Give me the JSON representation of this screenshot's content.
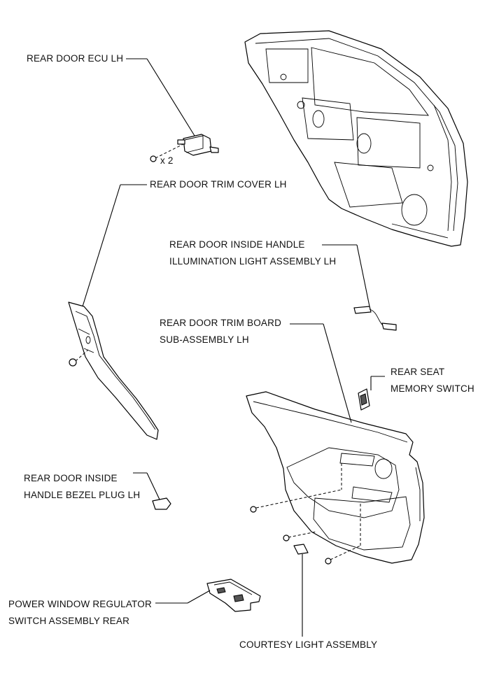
{
  "labels": {
    "ecu": "REAR DOOR ECU LH",
    "ecu_qty": "x 2",
    "trim_cover": "REAR DOOR TRIM COVER LH",
    "illum_1": "REAR DOOR INSIDE HANDLE",
    "illum_2": "ILLUMINATION LIGHT ASSEMBLY LH",
    "trim_board_1": "REAR DOOR TRIM BOARD",
    "trim_board_2": "SUB-ASSEMBLY LH",
    "memory_1": "REAR SEAT",
    "memory_2": "MEMORY SWITCH",
    "bezel_1": "REAR DOOR INSIDE",
    "bezel_2": "HANDLE BEZEL PLUG LH",
    "pw_1": "POWER WINDOW REGULATOR",
    "pw_2": "SWITCH ASSEMBLY REAR",
    "courtesy": "COURTESY LIGHT ASSEMBLY"
  },
  "colors": {
    "line": "#000000",
    "background": "#ffffff",
    "shade": "#555555"
  }
}
